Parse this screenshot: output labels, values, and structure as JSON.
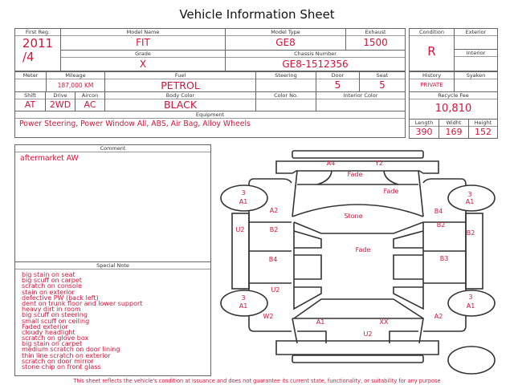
{
  "title": "Vehicle Information Sheet",
  "labels": {
    "first_reg": "First Reg.",
    "model_name": "Model Name",
    "model_type": "Model Type",
    "exhaust": "Exhaust",
    "grade": "Grade",
    "chassis": "Chassis Number",
    "condition": "Condition",
    "exterior": "Exterior",
    "interior": "Interior",
    "meter": "Meter",
    "mileage": "Mileage",
    "fuel": "Fuel",
    "steering": "Steering",
    "door": "Door",
    "seat": "Seat",
    "shift": "Shift",
    "drive": "Drive",
    "aircon": "Aircon",
    "body_color": "Body Color",
    "color_no": "Color No.",
    "interior_color": "Interior Color",
    "equipment": "Equipment",
    "history": "History",
    "syaken": "Syaken",
    "recycle_fee": "Recycle Fee",
    "length": "Length",
    "width": "Widht",
    "height": "Height",
    "comment": "Comment",
    "special_note": "Special Note"
  },
  "values": {
    "first_reg_year": "2011",
    "first_reg_month": "/4",
    "model_name": "FIT",
    "model_type": "GE8",
    "exhaust": "1500",
    "grade": "X",
    "chassis": "GE8-1512356",
    "condition": "R",
    "exterior": "",
    "interior": "",
    "meter": "",
    "mileage": "187,000 KM",
    "fuel": "PETROL",
    "steering": "",
    "door": "5",
    "seat": "5",
    "shift": "AT",
    "drive": "2WD",
    "aircon": "AC",
    "body_color": "BLACK",
    "color_no": "",
    "interior_color": "",
    "equipment": "Power Steering, Power Window  All, ABS, Air Bag, Alloy Wheels",
    "history": "PRIVATE",
    "syaken": "",
    "recycle_fee": "10,810",
    "length": "390",
    "width": "169",
    "height": "152"
  },
  "comment": "aftermarket AW",
  "special_notes": [
    "big stain on seat",
    "big scuff on carpet",
    "scratch on console",
    "stain on exterior",
    "defective PW (back left)",
    "dent on trunk floor and lower support",
    "heavy dirt in room",
    "big scuff on steering",
    "small scuff on ceiling",
    "Faded exterior",
    "cloudy headlight",
    "scratch on glove box",
    "big stain on carpet",
    "medium scratch on door lining",
    "thin line scratch on exterior",
    "scratch on door mirror",
    "stone chip on front glass"
  ],
  "diagram": {
    "marks": [
      "A4",
      "Y2",
      "Fade",
      "Fade",
      "3",
      "A1",
      "A2",
      "U2",
      "B2",
      "Stone",
      "Fade",
      "B4",
      "U2",
      "3",
      "A1",
      "W2",
      "A1",
      "XX",
      "U2",
      "A2",
      "3",
      "A1",
      "B4",
      "B2",
      "B2",
      "B3",
      "3",
      "A1"
    ]
  },
  "footer": "This sheet reflects the vehicle's condition at issuance and does not guarantee its current state, functionality, or suitability for any purpose"
}
